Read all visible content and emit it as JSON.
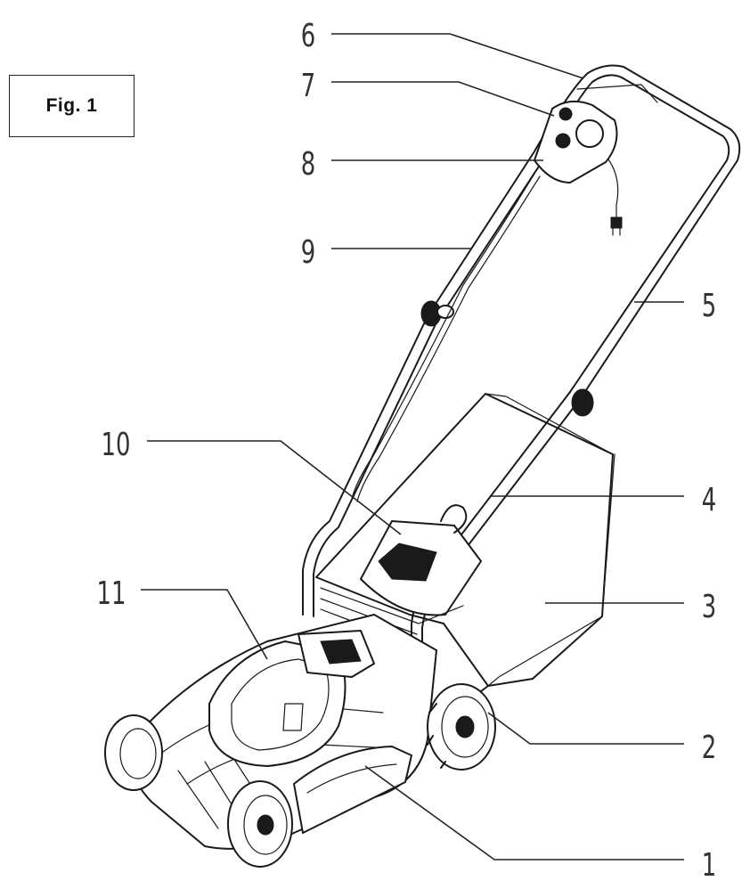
{
  "figure": {
    "label": "Fig. 1"
  },
  "callouts": [
    {
      "number": "1",
      "part": "grass-guard-flap"
    },
    {
      "number": "2",
      "part": "rear-wheel"
    },
    {
      "number": "3",
      "part": "grass-collection-bag"
    },
    {
      "number": "4",
      "part": "grass-bag-frame"
    },
    {
      "number": "5",
      "part": "lower-handle"
    },
    {
      "number": "6",
      "part": "upper-handle"
    },
    {
      "number": "7",
      "part": "safety-button"
    },
    {
      "number": "8",
      "part": "switch-box"
    },
    {
      "number": "9",
      "part": "power-cable"
    },
    {
      "number": "10",
      "part": "grass-bag-handle"
    },
    {
      "number": "11",
      "part": "motor-housing"
    }
  ]
}
